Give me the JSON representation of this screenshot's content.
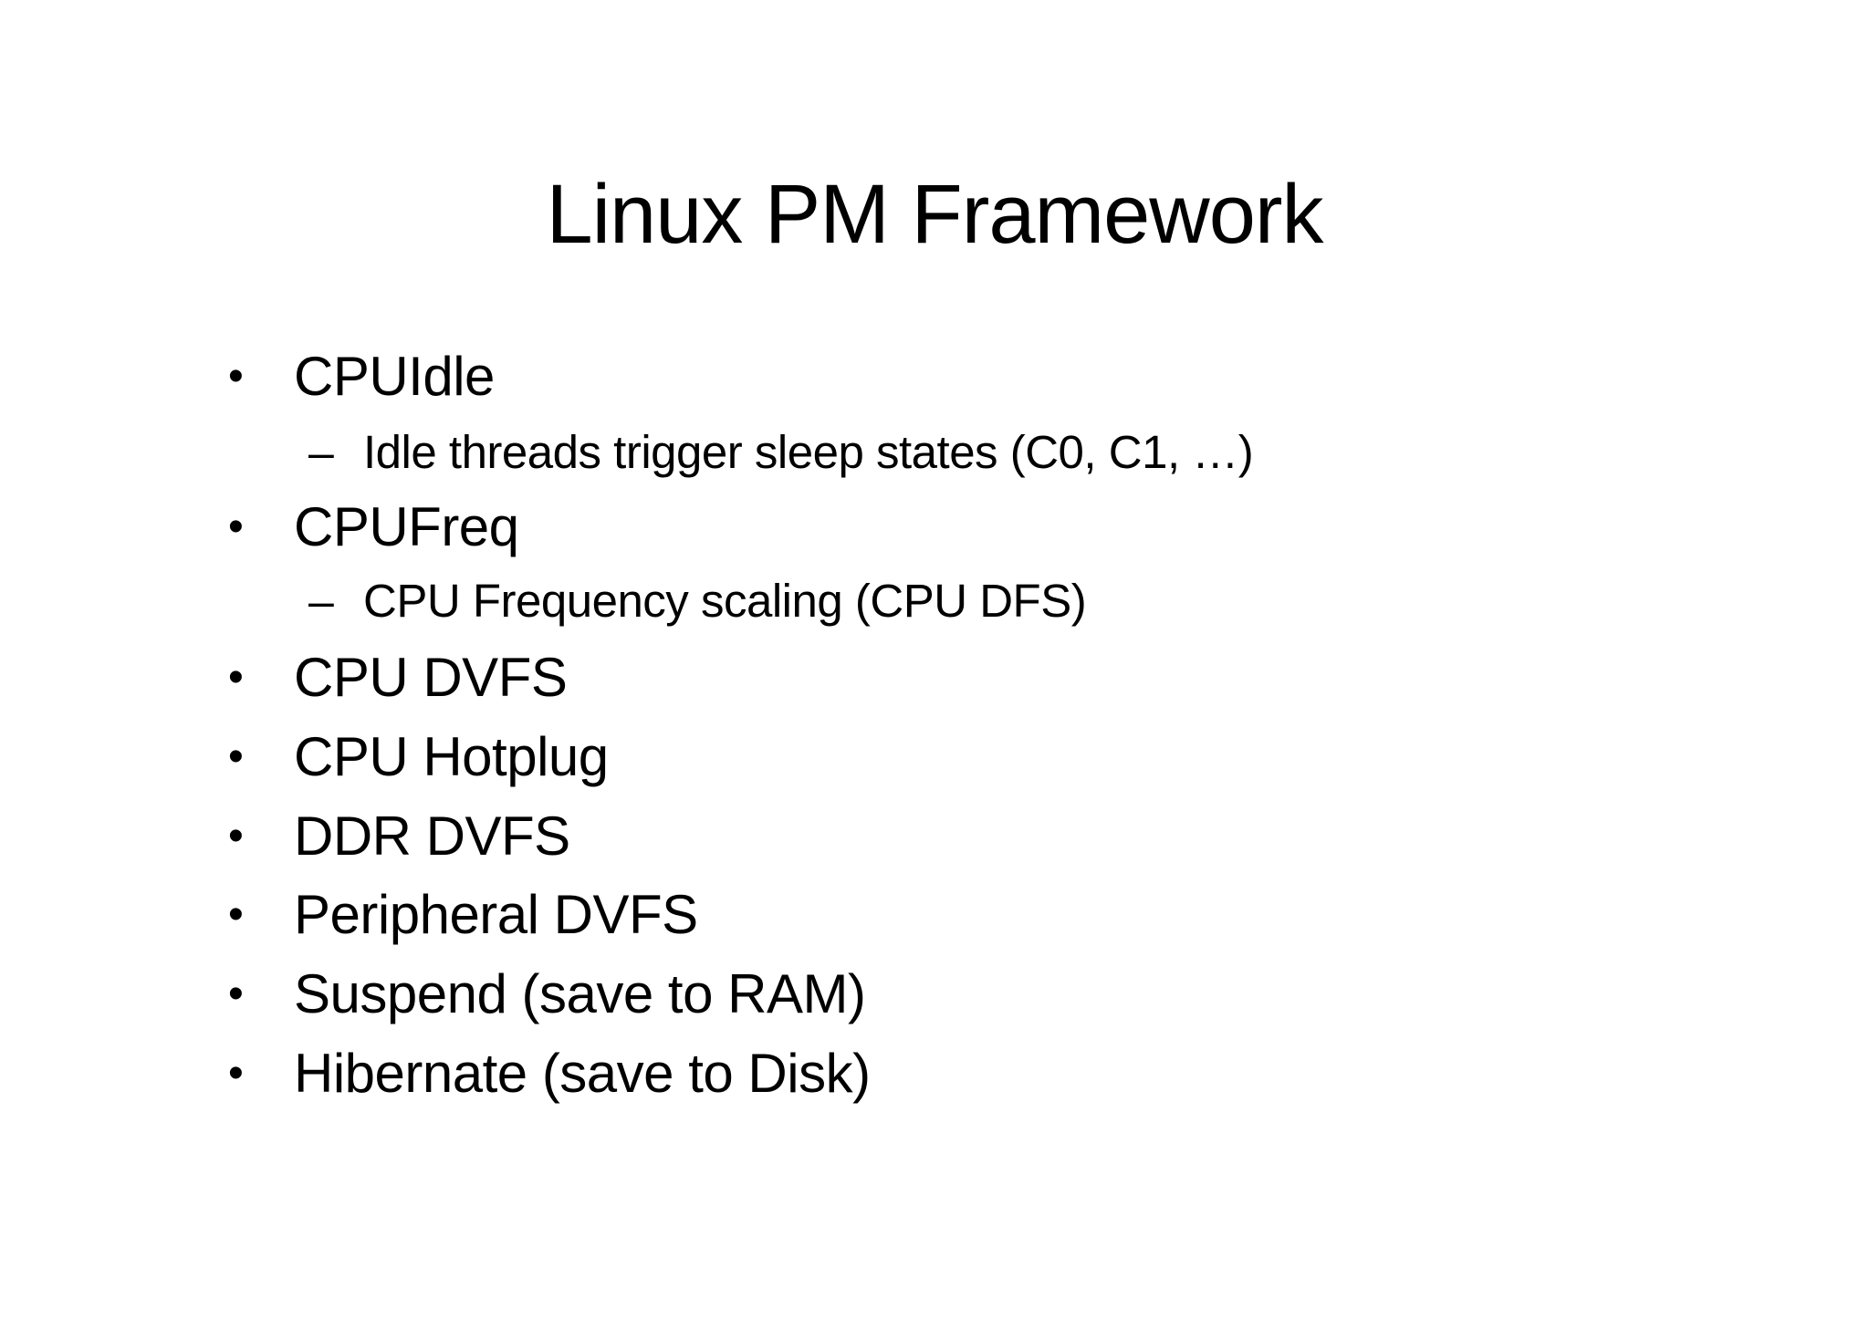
{
  "slide": {
    "title": "Linux PM Framework",
    "bullet_glyph": "•",
    "dash_glyph": "–",
    "items": [
      {
        "label": "CPUIdle",
        "sub": "Idle threads trigger sleep states (C0, C1, …)"
      },
      {
        "label": "CPUFreq",
        "sub": "CPU Frequency scaling (CPU DFS)"
      },
      {
        "label": "CPU DVFS"
      },
      {
        "label": "CPU Hotplug"
      },
      {
        "label": "DDR DVFS"
      },
      {
        "label": "Peripheral DVFS"
      },
      {
        "label": "Suspend (save to RAM)"
      },
      {
        "label": "Hibernate (save to Disk)"
      }
    ]
  }
}
